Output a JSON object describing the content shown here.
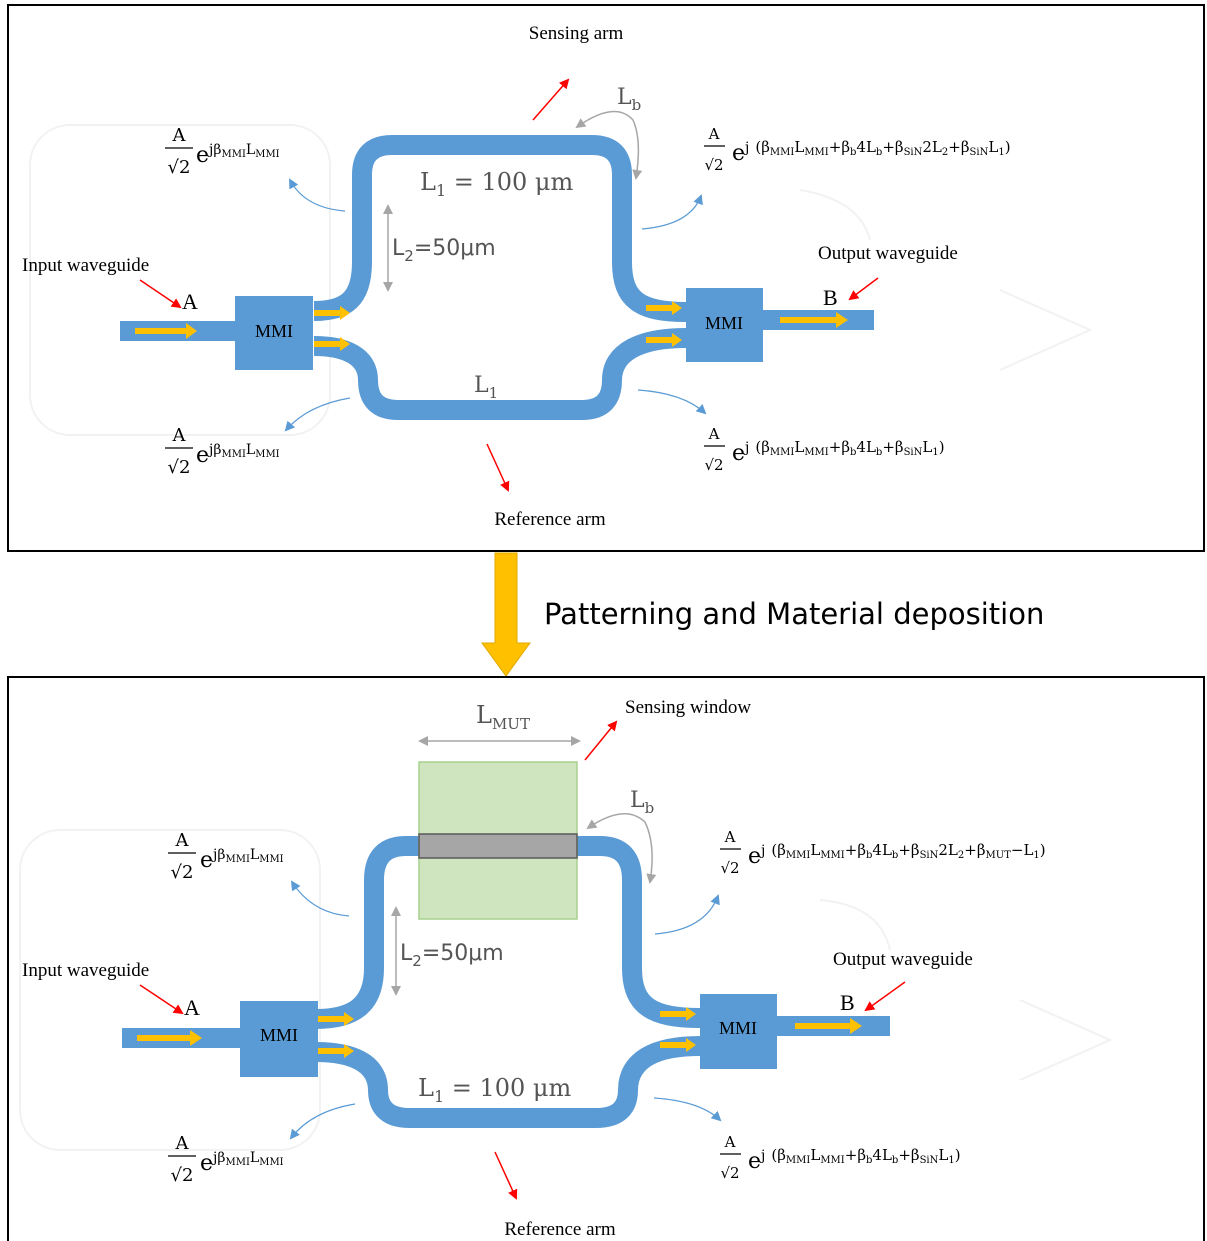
{
  "colors": {
    "waveguide": "#5b9bd5",
    "light_arrow": "#ffc000",
    "red_arrow": "#ff0000",
    "blue_arrow": "#5b9bd5",
    "dimension": "#a6a6a6",
    "process_arrow": "#ffc000",
    "sensing_window_fill": "#c5e0b4",
    "sensing_window_stroke": "#a9d18e",
    "mut_strip": "#a6a6a6",
    "frame": "#000000"
  },
  "top": {
    "sensing_arm": "Sensing arm",
    "reference_arm": "Reference arm",
    "input_waveguide": "Input waveguide",
    "output_waveguide": "Output waveguide",
    "port_a": "A",
    "port_b": "B",
    "mmi_left": "MMI",
    "mmi_right": "MMI",
    "lb": "L",
    "lb_sub": "b",
    "l1_main": "L",
    "l1_sub": "1",
    "l1_value": " = 100 μm",
    "l2_main": "L",
    "l2_sub": "2",
    "l2_value": "=50μm",
    "l1_bottom": "L",
    "l1_bottom_sub": "1",
    "formula_in_top": {
      "num": "A",
      "den": "√2",
      "e": "e",
      "exp": "jβ",
      "exp_sub1": "MMI",
      "exp_l": "L",
      "exp_sub2": "MMI"
    },
    "formula_in_bottom": {
      "num": "A",
      "den": "√2",
      "e": "e",
      "exp": "jβ",
      "exp_sub1": "MMI",
      "exp_l": "L",
      "exp_sub2": "MMI"
    },
    "formula_out_top": {
      "num": "A",
      "den": "√2",
      "e": "e",
      "exp": "j",
      "body": "(β",
      "s1": "MMI",
      "t1": "L",
      "s2": "MMI",
      "t2": "+β",
      "s3": "b",
      "t3": "4L",
      "s4": "b",
      "t4": "+β",
      "s5": "SiN",
      "t5": "2L",
      "s6": "2",
      "t6": "+β",
      "s7": "SiN",
      "t7": "L",
      "s8": "1",
      "t8": ")"
    },
    "formula_out_bottom": {
      "num": "A",
      "den": "√2",
      "e": "e",
      "exp": "j",
      "body": "(β",
      "s1": "MMI",
      "t1": "L",
      "s2": "MMI",
      "t2": "+β",
      "s3": "b",
      "t3": "4L",
      "s4": "b",
      "t4": "+β",
      "s5": "SiN",
      "t5": "L",
      "s6": "1",
      "t6": ")"
    }
  },
  "process": {
    "label": "Patterning and Material deposition"
  },
  "bottom": {
    "sensing_window": "Sensing window",
    "reference_arm": "Reference arm",
    "input_waveguide": "Input waveguide",
    "output_waveguide": "Output waveguide",
    "port_a": "A",
    "port_b": "B",
    "mmi_left": "MMI",
    "mmi_right": "MMI",
    "lmut": "L",
    "lmut_sub": "MUT",
    "lb": "L",
    "lb_sub": "b",
    "l2_main": "L",
    "l2_sub": "2",
    "l2_value": "=50μm",
    "l1_main": "L",
    "l1_sub": "1",
    "l1_value": " = 100 μm",
    "formula_in_top": {
      "num": "A",
      "den": "√2",
      "e": "e",
      "exp": "jβ",
      "exp_sub1": "MMI",
      "exp_l": "L",
      "exp_sub2": "MMI"
    },
    "formula_in_bottom": {
      "num": "A",
      "den": "√2",
      "e": "e",
      "exp": "jβ",
      "exp_sub1": "MMI",
      "exp_l": "L",
      "exp_sub2": "MMI"
    },
    "formula_out_top": {
      "num": "A",
      "den": "√2",
      "e": "e",
      "exp": "j",
      "body": "(β",
      "s1": "MMI",
      "t1": "L",
      "s2": "MMI",
      "t2": "+β",
      "s3": "b",
      "t3": "4L",
      "s4": "b",
      "t4": "+β",
      "s5": "SiN",
      "t5": "2L",
      "s6": "2",
      "t6": "+β",
      "s7": "MUT",
      "t7": "−L",
      "s8": "1",
      "t8": ")"
    },
    "formula_out_bottom": {
      "num": "A",
      "den": "√2",
      "e": "e",
      "exp": "j",
      "body": "(β",
      "s1": "MMI",
      "t1": "L",
      "s2": "MMI",
      "t2": "+β",
      "s3": "b",
      "t3": "4L",
      "s4": "b",
      "t4": "+β",
      "s5": "SiN",
      "t5": "L",
      "s6": "1",
      "t6": ")"
    }
  }
}
